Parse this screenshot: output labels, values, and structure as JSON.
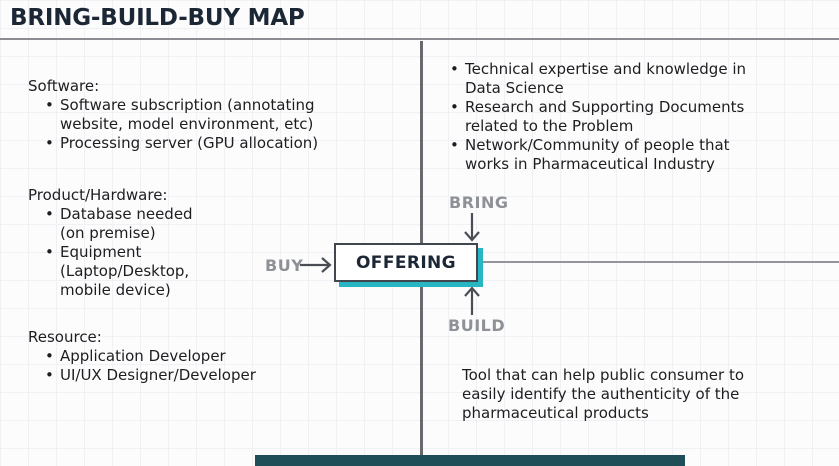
{
  "header": {
    "title": "BRING-BUILD-BUY MAP"
  },
  "left_panel": {
    "sections": [
      {
        "heading": "Software:",
        "bullets": [
          {
            "lines": [
              "Software subscription (annotating",
              "website, model environment, etc)"
            ]
          },
          {
            "lines": [
              "Processing server (GPU allocation)"
            ]
          }
        ]
      },
      {
        "heading": "Product/Hardware:",
        "bullets": [
          {
            "lines": [
              "Database needed",
              "(on premise)"
            ]
          },
          {
            "lines": [
              "Equipment",
              "(Laptop/Desktop,",
              "mobile device)"
            ]
          }
        ]
      },
      {
        "heading": "Resource:",
        "bullets": [
          {
            "lines": [
              "Application Developer"
            ]
          },
          {
            "lines": [
              "UI/UX Designer/Developer"
            ]
          }
        ]
      }
    ]
  },
  "right_panel": {
    "bullets": [
      {
        "lines": [
          "Technical expertise and knowledge in",
          "Data Science"
        ]
      },
      {
        "lines": [
          "Research and Supporting Documents",
          "related to the Problem"
        ]
      },
      {
        "lines": [
          "Network/Community of people that",
          "works in Pharmaceutical Industry"
        ]
      }
    ],
    "note_lines": [
      "Tool that can help public consumer to",
      "easily identify the authenticity of the",
      "pharmaceutical products"
    ]
  },
  "center": {
    "bring_label": "BRING",
    "build_label": "BUILD",
    "buy_label": "BUY",
    "offering_label": "OFFERING"
  },
  "colors": {
    "accent_teal": "#28b7c2",
    "label_gray": "#8e9196",
    "title_navy": "#1c2736",
    "body_text": "#1e1e20",
    "divider_gray": "#68686e",
    "bottom_bar_teal": "#204e58"
  }
}
